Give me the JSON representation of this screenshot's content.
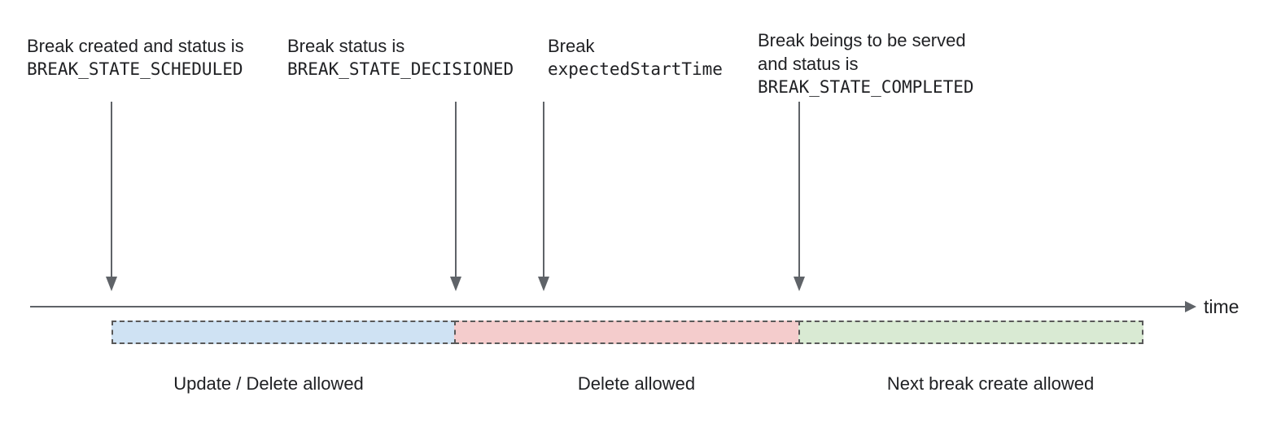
{
  "annotations": [
    {
      "line1": "Break created and status is",
      "code": "BREAK_STATE_SCHEDULED"
    },
    {
      "line1": "Break status is",
      "code": "BREAK_STATE_DECISIONED"
    },
    {
      "line1": "Break",
      "code": "expectedStartTime"
    },
    {
      "line1": "Break beings to be served",
      "line2": "and status is",
      "code": "BREAK_STATE_COMPLETED"
    }
  ],
  "timeline": {
    "label": "time"
  },
  "segments": [
    {
      "label": "Update / Delete allowed",
      "color": "#cfe2f3"
    },
    {
      "label": "Delete allowed",
      "color": "#f4cccc"
    },
    {
      "label": "Next break create allowed",
      "color": "#d9ead3"
    }
  ],
  "colors": {
    "line": "#5f6368",
    "text": "#202124",
    "dash_border": "#595959"
  }
}
